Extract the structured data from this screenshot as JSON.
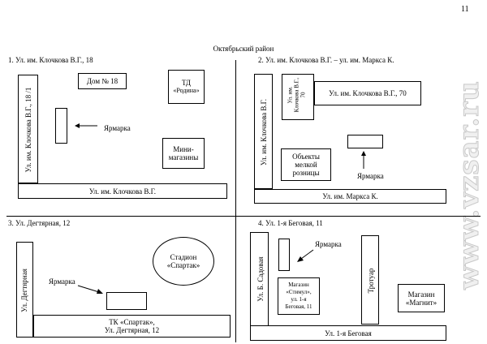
{
  "page_number": "11",
  "title": "Октябрьский район",
  "watermark": "www.vzsar.ru",
  "q1": {
    "heading": "1. Ул. им. Клочкова В.Г., 18",
    "street_vertical": "Ул. им. Клочкова В.Г., 18 /1",
    "street_bottom": "Ул. им. Клочкова В.Г.",
    "house": "Дом № 18",
    "td_line1": "ТД",
    "td_line2": "«Родина»",
    "fair": "Ярмарка",
    "mini_line1": "Мини-",
    "mini_line2": "магазины"
  },
  "q2": {
    "heading": "2. Ул. им. Клочкова В.Г. – ул. им. Маркса К.",
    "street_vertical": "Ул. им. Клочкова В.Г.",
    "small_box_line1": "Ул. им.",
    "small_box_line2": "Клочкова В.Г.,",
    "small_box_line3": "70",
    "address_box": "Ул. им. Клочкова В.Г., 70",
    "objects_line1": "Объекты",
    "objects_line2": "мелкой",
    "objects_line3": "розницы",
    "fair": "Ярмарка",
    "street_bottom": "Ул. им. Маркса К."
  },
  "q3": {
    "heading": "3. Ул. Дегтярная, 12",
    "street_vertical": "Ул. Дегтярная",
    "stadium_line1": "Стадион",
    "stadium_line2": "«Спартак»",
    "fair": "Ярмарка",
    "tk_line1": "ТК «Спартак»,",
    "tk_line2": "Ул. Дегтярная, 12"
  },
  "q4": {
    "heading": "4. Ул. 1-я Беговая, 11",
    "street_vertical": "Ул. Б. Садовая",
    "fair": "Ярмарка",
    "sidewalk": "Тротуар",
    "shop1_line1": "Магазин",
    "shop1_line2": "«Стимул»,",
    "shop1_line3": "ул. 1-я",
    "shop1_line4": "Беговая, 11",
    "shop2_line1": "Магазин",
    "shop2_line2": "«Магнит»",
    "street_bottom": "Ул. 1-я Беговая"
  }
}
